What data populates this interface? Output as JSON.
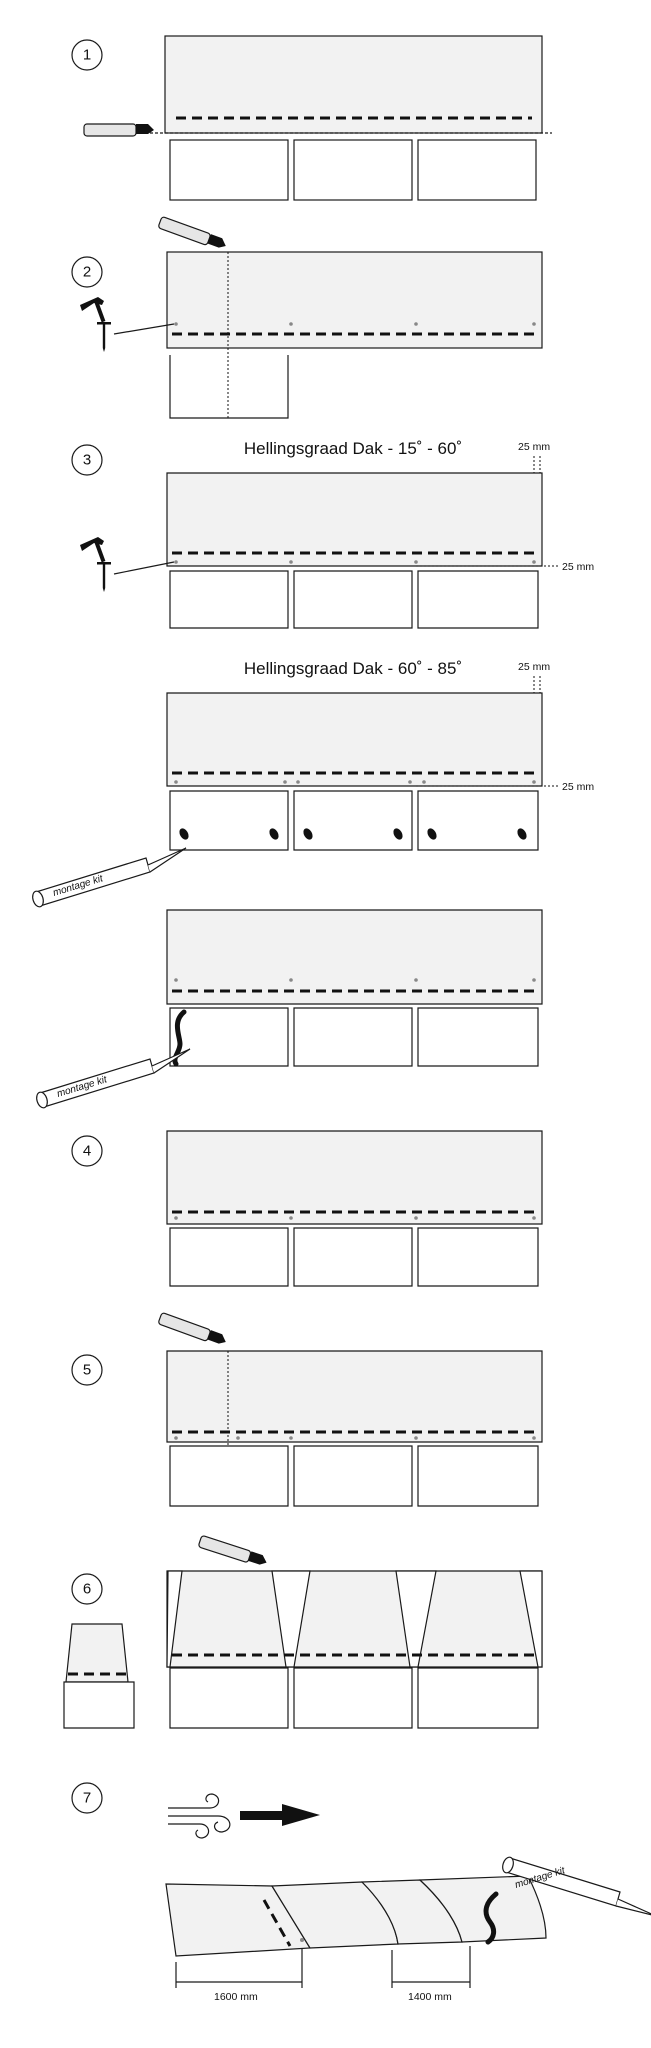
{
  "steps": [
    "1",
    "2",
    "3",
    "4",
    "5",
    "6",
    "7"
  ],
  "slope_titles": {
    "first": "Hellingsgraad Dak - 15˚ - 60˚",
    "second": "Hellingsgraad Dak - 60˚ - 85˚"
  },
  "measurements": {
    "offset_top": "25 mm",
    "offset_side": "25 mm",
    "length_a": "1600 mm",
    "length_b": "1400 mm"
  },
  "tools": {
    "kit_label": "montage kit"
  },
  "icons": [
    "knife-icon",
    "hammer-icon",
    "nail-icon",
    "caulk-tube-icon",
    "wind-icon",
    "arrow-right-icon"
  ],
  "colors": {
    "panel": "#f2f2f2",
    "line": "#1a1a1a",
    "tab": "#ffffff"
  }
}
